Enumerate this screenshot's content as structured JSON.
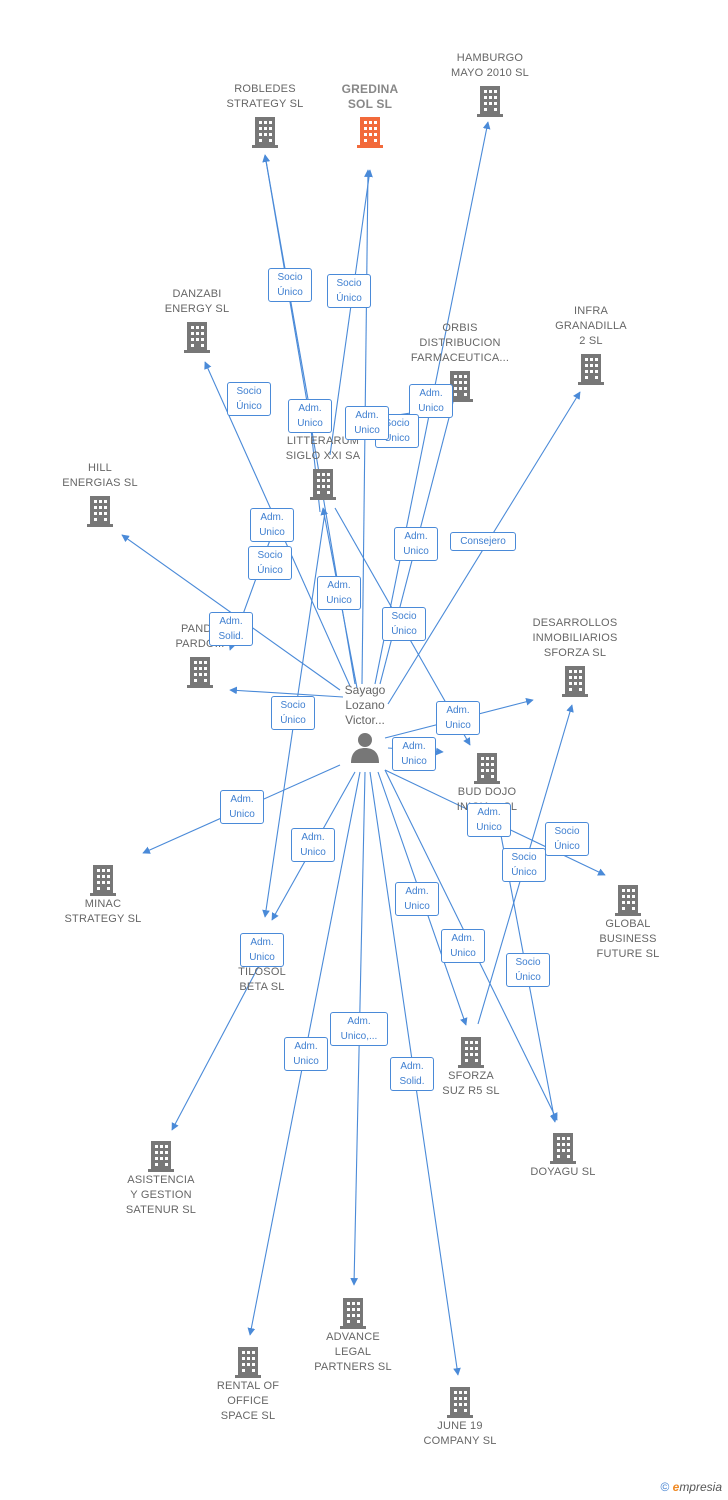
{
  "colors": {
    "edge": "#4a8ad8",
    "building": "#777777",
    "building_main": "#f26a3b",
    "label_text": "#3f7fd0"
  },
  "person": {
    "name": "Sayago\nLozano\nVictor..."
  },
  "companies": [
    {
      "id": "robledes",
      "name": "ROBLEDES\nSTRATEGY  SL"
    },
    {
      "id": "gredina",
      "name": "GREDINA\nSOL  SL",
      "main": true
    },
    {
      "id": "hamburgo",
      "name": "HAMBURGO\nMAYO 2010 SL"
    },
    {
      "id": "danzabi",
      "name": "DANZABI\nENERGY  SL"
    },
    {
      "id": "orbis",
      "name": "ORBIS\nDISTRIBUCION\nFARMACEUTICA..."
    },
    {
      "id": "infra",
      "name": "INFRA\nGRANADILLA\n2  SL"
    },
    {
      "id": "litterarum",
      "name": "LITTERARUM\nSIGLO XXI SA"
    },
    {
      "id": "hill",
      "name": "HILL\nENERGIAS  SL"
    },
    {
      "id": "panda",
      "name": "PANDA\nPARDO..."
    },
    {
      "id": "desarrollos",
      "name": "DESARROLLOS\nINMOBILIARIOS\nSFORZA  SL"
    },
    {
      "id": "bud",
      "name": "BUD DOJO\nINICIA...  SL"
    },
    {
      "id": "minac",
      "name": "MINAC\nSTRATEGY  SL"
    },
    {
      "id": "global",
      "name": "GLOBAL\nBUSINESS\nFUTURE SL"
    },
    {
      "id": "tilosol",
      "name": "TILOSOL\nBETA  SL"
    },
    {
      "id": "sforza",
      "name": "SFORZA\nSUZ R5  SL"
    },
    {
      "id": "doyagu",
      "name": "DOYAGU  SL"
    },
    {
      "id": "asistencia",
      "name": "ASISTENCIA\nY GESTION\nSATENUR  SL"
    },
    {
      "id": "advance",
      "name": "ADVANCE\nLEGAL\nPARTNERS  SL"
    },
    {
      "id": "rental",
      "name": "RENTAL OF\nOFFICE\nSPACE  SL"
    },
    {
      "id": "june",
      "name": "JUNE 19\nCOMPANY  SL"
    }
  ],
  "edge_labels": [
    "Socio\nÚnico",
    "Socio\nÚnico",
    "Socio\nÚnico",
    "Adm.\nUnico",
    "Adm.\nUnico",
    "Socio\nÚnico",
    "Adm.\nUnico",
    "Adm.\nUnico",
    "Socio\nÚnico",
    "Adm.\nUnico",
    "Consejero",
    "Adm.\nUnico",
    "Adm.\nSolid.",
    "Socio\nÚnico",
    "Socio\nÚnico",
    "Adm.\nUnico",
    "Adm.\nUnico",
    "Adm.\nUnico",
    "Adm.\nUnico",
    "Socio\nÚnico",
    "Socio\nÚnico",
    "Adm.\nUnico",
    "Adm.\nUnico",
    "Adm.\nUnico",
    "Adm.\nUnico",
    "Socio\nÚnico",
    "Adm.\nUnico,...",
    "Adm.\nUnico",
    "Adm.\nSolid."
  ],
  "footer": {
    "copyright": "©",
    "brand_e": "e",
    "brand_rest": "mpresia"
  }
}
